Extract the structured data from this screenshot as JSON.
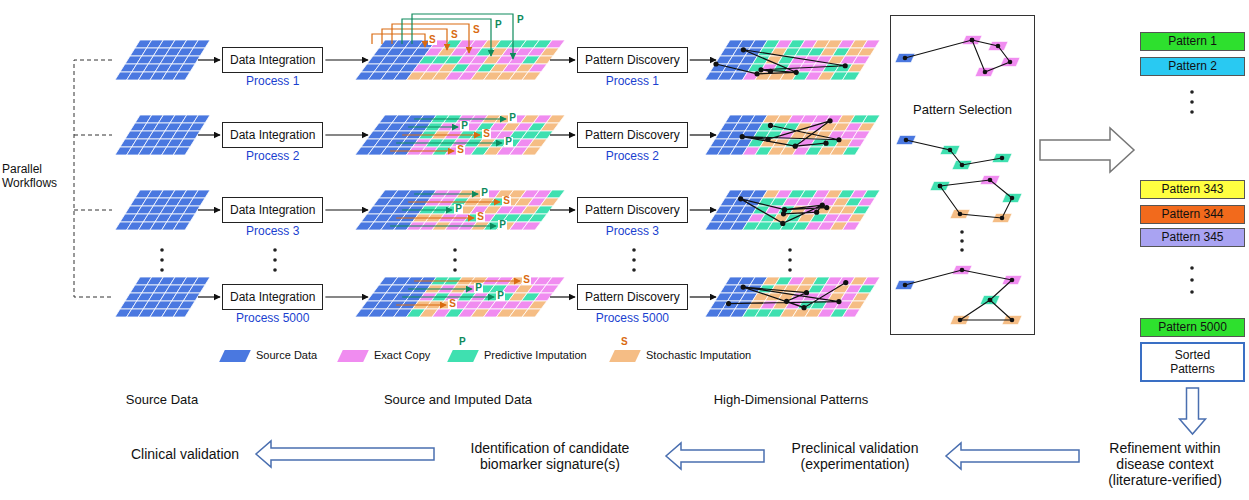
{
  "diagram": {
    "nodes": [
      {
        "text": [
          "Data Integration",
          "Process 1"
        ]
      },
      {
        "text": [
          "Data Integration",
          "Process 2"
        ]
      },
      {
        "text": [
          "Data Integration",
          "Process 3"
        ]
      },
      {
        "text": [
          "Data Integration",
          "Process 5000"
        ]
      },
      {
        "text": [
          "Pattern Discovery",
          "Process 1"
        ]
      },
      {
        "text": [
          "Pattern Discovery",
          "Process 2"
        ]
      },
      {
        "text": [
          "Pattern Discovery",
          "Process 3"
        ]
      },
      {
        "text": [
          "Pattern Discovery",
          "Process 5000"
        ]
      },
      {
        "text": [
          "Pattern Selection"
        ]
      },
      {
        "text": [
          "Pattern 1"
        ]
      },
      {
        "text": [
          "Pattern 2"
        ]
      },
      {
        "text": [
          "Pattern 343"
        ]
      },
      {
        "text": [
          "Pattern 344"
        ]
      },
      {
        "text": [
          "Pattern 345"
        ]
      },
      {
        "text": [
          "Pattern 5000"
        ]
      },
      {
        "text": [
          "Sorted Patterns"
        ]
      },
      {
        "text": [
          "Refinement within disease context (literature-verified)"
        ]
      },
      {
        "text": [
          "Preclinical validation (experimentation)"
        ]
      },
      {
        "text": [
          "Identification of candidate biomarker signature(s)"
        ]
      },
      {
        "text": [
          "Clinical validation"
        ]
      }
    ],
    "edges": [
      {
        "from": 15,
        "to": 16,
        "arrow": "to"
      },
      {
        "from": 16,
        "to": 17,
        "arrow": "to"
      },
      {
        "from": 17,
        "to": 18,
        "arrow": "to"
      },
      {
        "from": 18,
        "to": 19,
        "arrow": "to"
      }
    ],
    "labels": [
      "Parallel Workflows",
      "Source Data",
      "Source and Imputed Data",
      "High-Dimensional Patterns",
      "S",
      "S",
      "S",
      "P",
      "P",
      "P",
      "P",
      "S",
      "P",
      "S",
      "P",
      "S",
      "P",
      "S",
      "P",
      "S",
      "P",
      "P",
      "S",
      "P",
      "S"
    ],
    "legend": [
      {
        "text": "Source Data",
        "color": "#4a78e0"
      },
      {
        "text": "Exact Copy",
        "color": "#f08cf0"
      },
      {
        "text": "Predictive Imputation",
        "color": "#3fe0b0"
      },
      {
        "text": "Stochastic Imputation",
        "color": "#f5bd85"
      }
    ]
  }
}
